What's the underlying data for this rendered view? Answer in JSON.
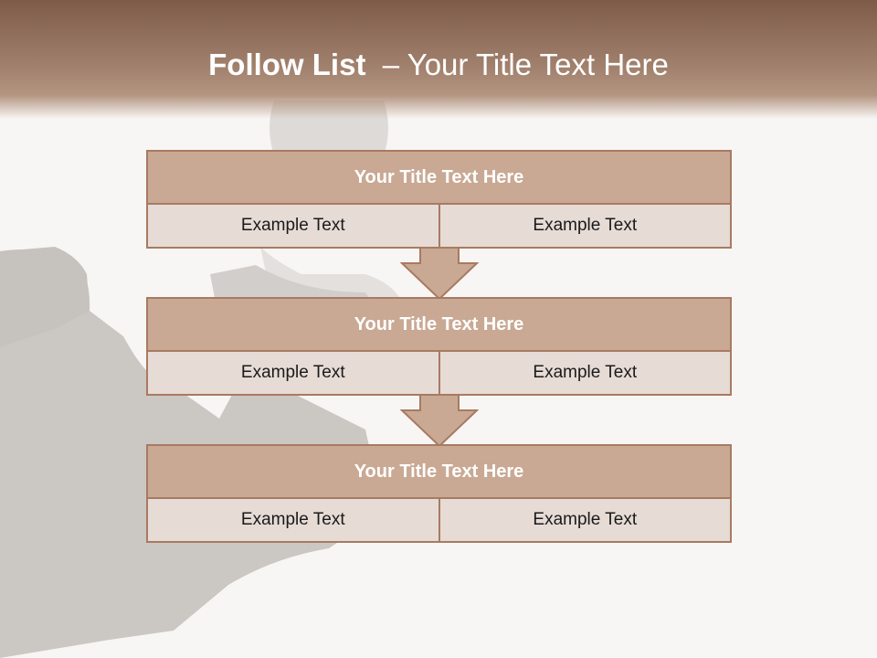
{
  "slide": {
    "title_bold": "Follow List",
    "title_rest": "  – Your Title Text Here"
  },
  "steps": [
    {
      "title": "Your Title Text Here",
      "left_text": "Example Text",
      "right_text": "Example Text"
    },
    {
      "title": "Your Title Text Here",
      "left_text": "Example Text",
      "right_text": "Example Text"
    },
    {
      "title": "Your Title Text Here",
      "left_text": "Example Text",
      "right_text": "Example Text"
    }
  ],
  "colors": {
    "header_band": "#8a6a56",
    "box_title_fill": "#c9a994",
    "box_row_fill": "#e6dbd5",
    "box_border": "#a87a62",
    "arrow_fill": "#c9a994",
    "silhouette": "#c9c5c1"
  }
}
